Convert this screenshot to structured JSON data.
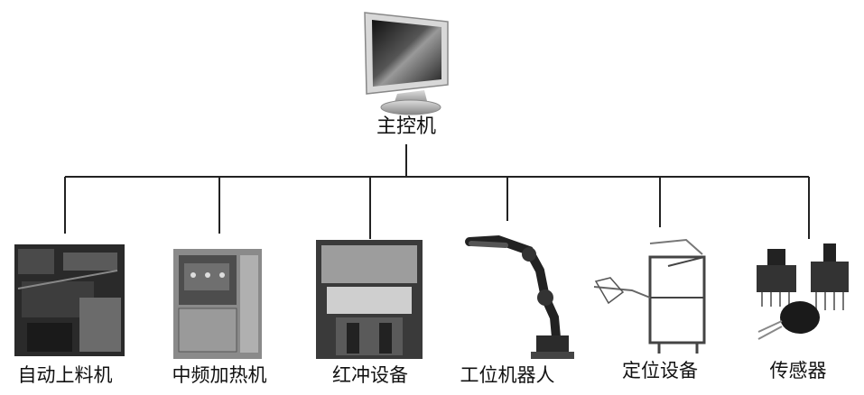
{
  "host": {
    "label": "主控机",
    "icon": "monitor-icon"
  },
  "devices": [
    {
      "label": "自动上料机",
      "icon": "auto-feeder-photo"
    },
    {
      "label": "中频加热机",
      "icon": "induction-heater-photo"
    },
    {
      "label": "红冲设备",
      "icon": "hot-forging-press-photo"
    },
    {
      "label": "工位机器人",
      "icon": "industrial-robot-icon"
    },
    {
      "label": "定位设备",
      "icon": "positioning-device-icon"
    },
    {
      "label": "传感器",
      "icon": "pressure-sensor-icon"
    }
  ]
}
